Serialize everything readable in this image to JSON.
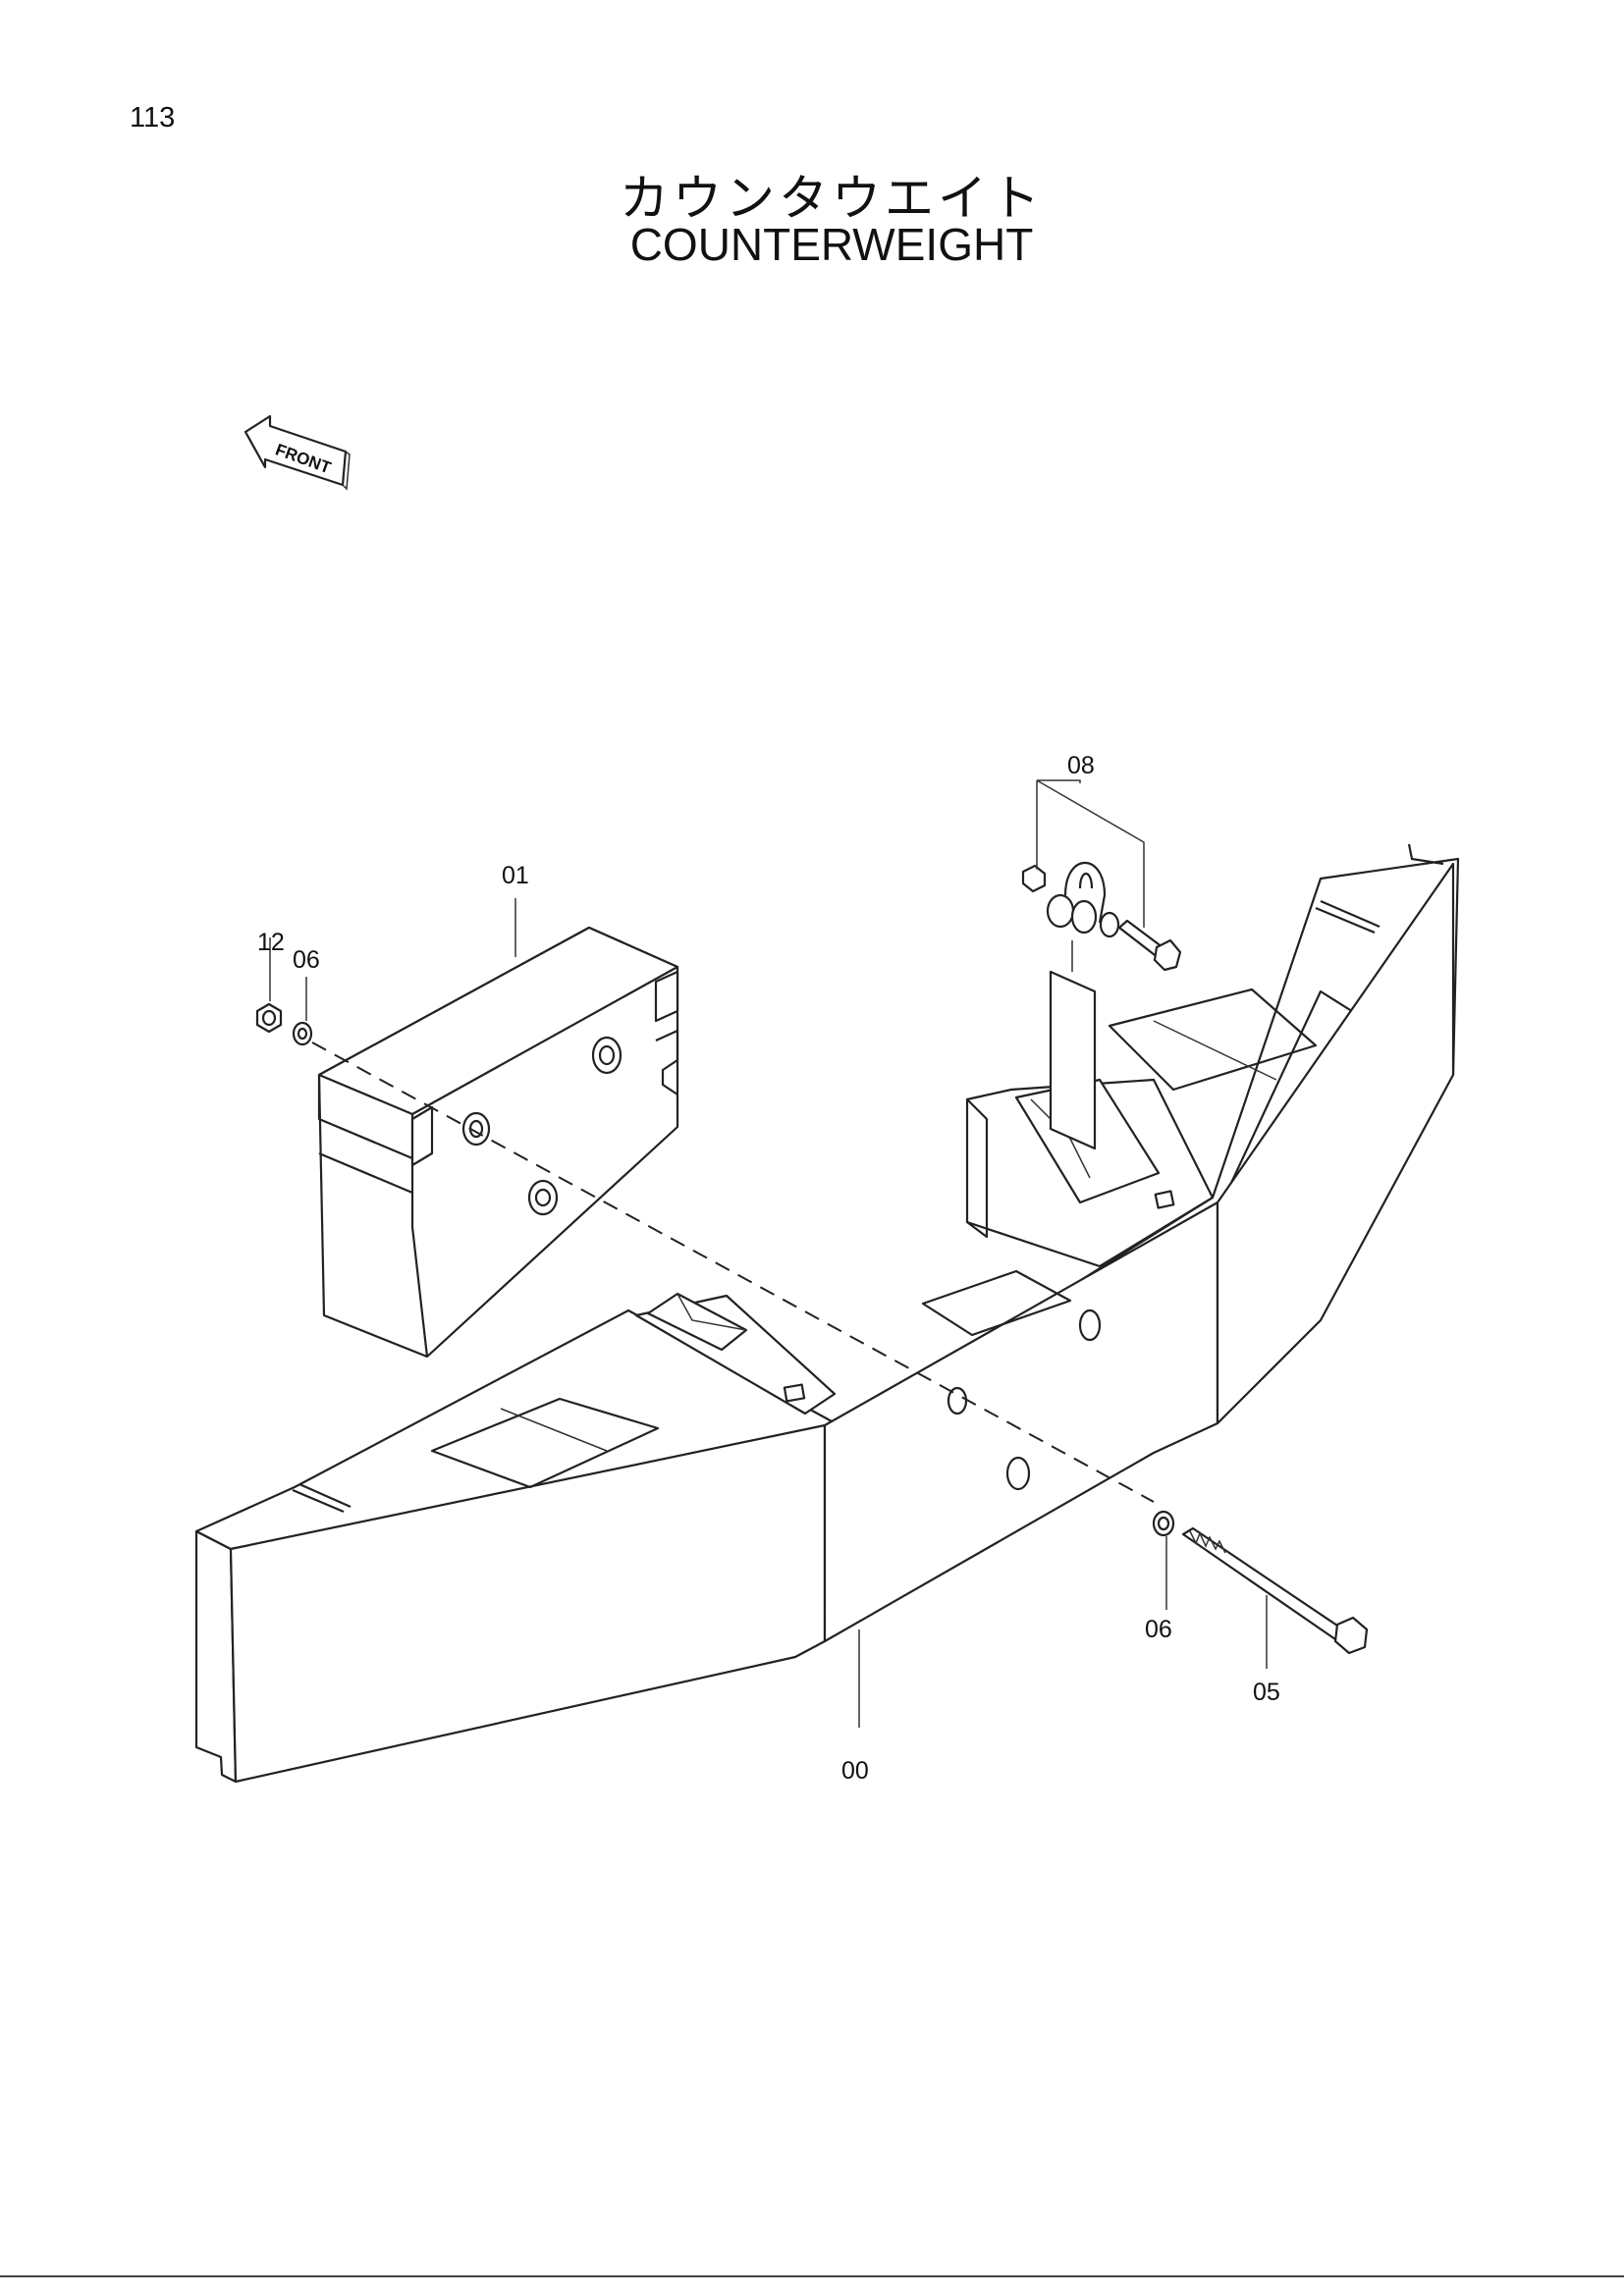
{
  "page": {
    "number": "113",
    "title_jp": "カウンタウエイト",
    "title_en": "COUNTERWEIGHT"
  },
  "direction_arrow": {
    "label": "FRONT"
  },
  "callouts": {
    "c00": "00",
    "c01": "01",
    "c05": "05",
    "c06a": "06",
    "c06b": "06",
    "c08": "08",
    "c12": "12"
  }
}
